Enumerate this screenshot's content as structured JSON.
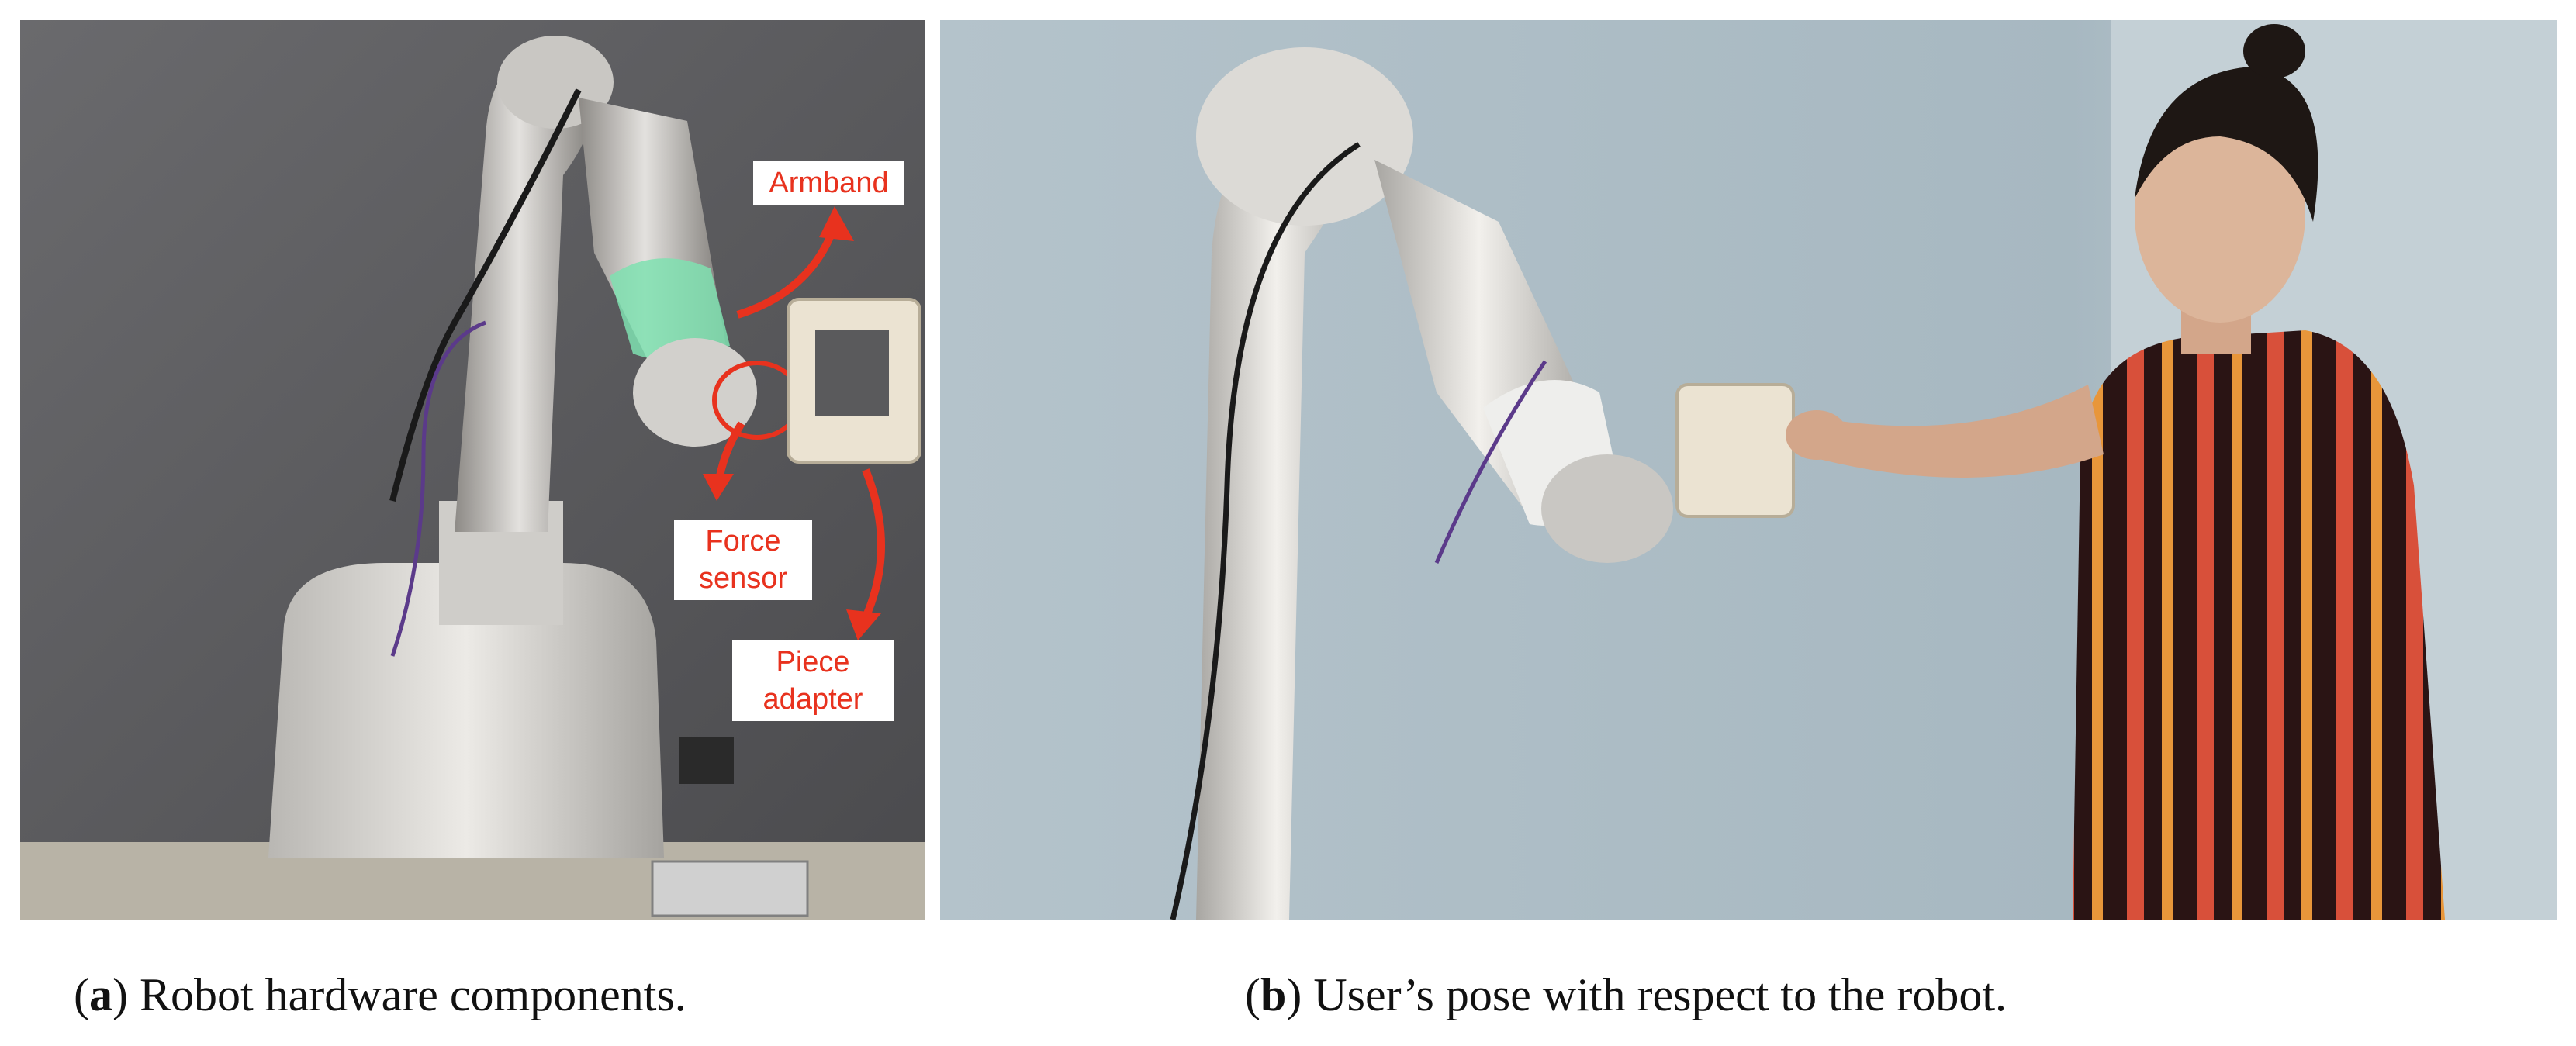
{
  "panel_a": {
    "annotations": {
      "armband": "Armband",
      "force_sensor": [
        "Force",
        "sensor"
      ],
      "piece_adapter": [
        "Piece",
        "adapter"
      ]
    },
    "caption": {
      "letter": "a",
      "text": " Robot hardware components."
    }
  },
  "panel_b": {
    "caption": {
      "letter": "b",
      "text": " User’s pose with respect to the robot."
    }
  },
  "colors": {
    "annotation_red": "#e8321e",
    "armband_green": "#7fe0b0",
    "backdrop_a": "#5a5a5c",
    "backdrop_b": "#b6c4cc",
    "shirt_dark": "#2a1414",
    "shirt_stripe": "#d8503a"
  },
  "icons": [
    "robot-arm-photo",
    "person-photo",
    "red-arrow-icon"
  ]
}
